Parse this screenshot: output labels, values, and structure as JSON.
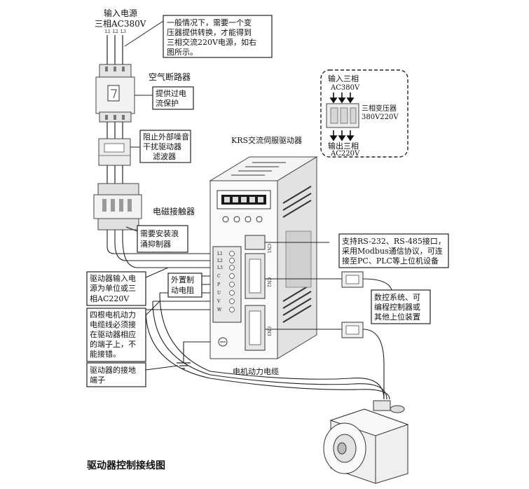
{
  "source": {
    "title": "输入电源",
    "phase": "三相AC380V",
    "terminals": [
      "L1",
      "L2",
      "L3"
    ]
  },
  "notes": {
    "transformer_note": [
      "一般情况下，需要一个变",
      "压器提供转换，才能得到",
      "三相交流220V电源，如右",
      "图所示。"
    ],
    "breaker_label": "空气断路器",
    "breaker_note": [
      "提供过电",
      "流保护"
    ],
    "filter_note": [
      "阻止外部噪音",
      "干扰驱动器",
      "滤波器"
    ],
    "contactor_label": "电磁接触器",
    "contactor_note": [
      "需要安装浪",
      "涌抑制器"
    ],
    "drive_input_note": [
      "驱动器输入电",
      "源为单位或三",
      "相AC220V"
    ],
    "brake_resistor_note": [
      "外置制",
      "动电阻"
    ],
    "motor_wire_note": [
      "四根电机动力",
      "电缆线必须接",
      "在驱动器相应",
      "的端子上，不",
      "能接错。"
    ],
    "ground_note": [
      "驱动器的接地",
      "端子"
    ],
    "comm_note": [
      "支持RS-232、RS-485接口，",
      "采用Modbus通信协议，可连",
      "接至PC、PLC等上位机设备"
    ],
    "controller_note": [
      "数控系统、可",
      "编程控制器或",
      "其他上位装置"
    ],
    "motor_cable_label": "电机动力电缆"
  },
  "transformer_box": {
    "input_label": [
      "输入三相",
      "AC380V"
    ],
    "name": [
      "三相变压器",
      "380V220V"
    ],
    "output_label": [
      "输出三相",
      "AC220V"
    ]
  },
  "drive": {
    "title": "KRS交流伺服驱动器",
    "terminals": [
      "L1",
      "L2",
      "L3",
      "C",
      "P",
      "U",
      "V",
      "W"
    ],
    "ports": [
      "CN1",
      "CN2",
      "CN3"
    ]
  },
  "caption": "驱动器控制接线图"
}
